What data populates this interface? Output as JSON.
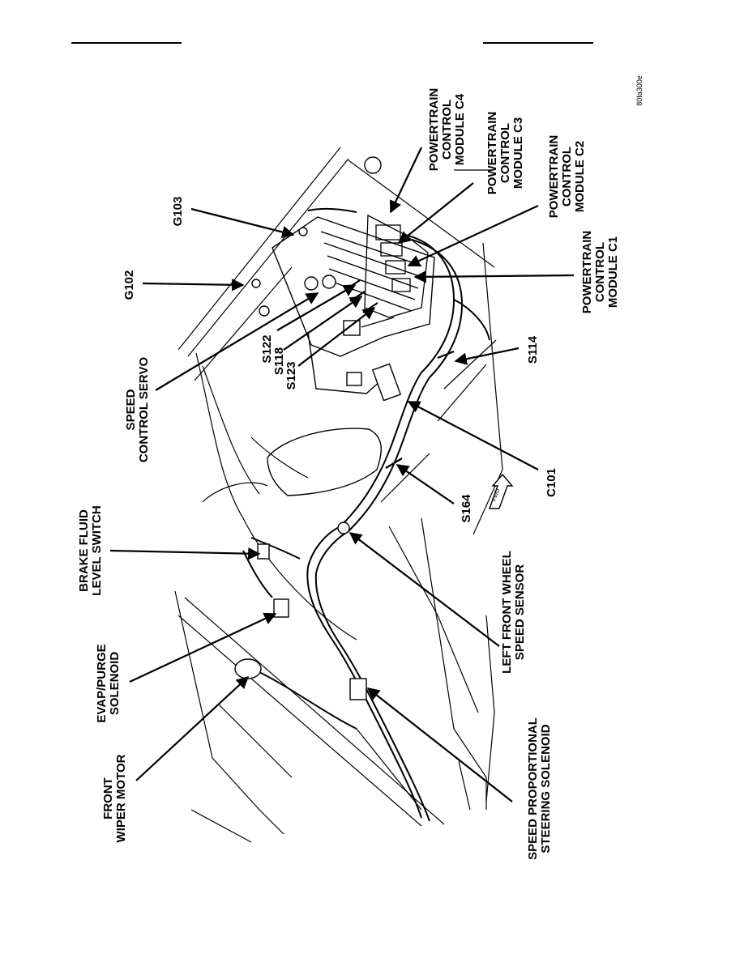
{
  "figure_code": "80fa300e",
  "callouts": {
    "pcm_c4": [
      "POWERTRAIN",
      "CONTROL",
      "MODULE C4"
    ],
    "pcm_c3": [
      "POWERTRAIN",
      "CONTROL",
      "MODULE C3"
    ],
    "pcm_c2": [
      "POWERTRAIN",
      "CONTROL",
      "MODULE C2"
    ],
    "pcm_c1": [
      "POWERTRAIN",
      "CONTROL",
      "MODULE C1"
    ],
    "g103": "G103",
    "g102": "G102",
    "s122": "S122",
    "s118": "S118",
    "s123": "S123",
    "s114": "S114",
    "speed_control_servo": [
      "SPEED",
      "CONTROL SERVO"
    ],
    "c101": "C101",
    "s164": "S164",
    "brake_fluid": [
      "BRAKE FLUID",
      "LEVEL SWITCH"
    ],
    "left_front_wheel": [
      "LEFT FRONT WHEEL",
      "SPEED SENSOR"
    ],
    "evap_purge": [
      "EVAP/PURGE",
      "SOLENOID"
    ],
    "front_wiper": [
      "FRONT",
      "WIPER MOTOR"
    ],
    "speed_proportional": [
      "SPEED PROPORTIONAL",
      "STEERING SOLENOID"
    ],
    "fwd_arrow": "FWD"
  }
}
